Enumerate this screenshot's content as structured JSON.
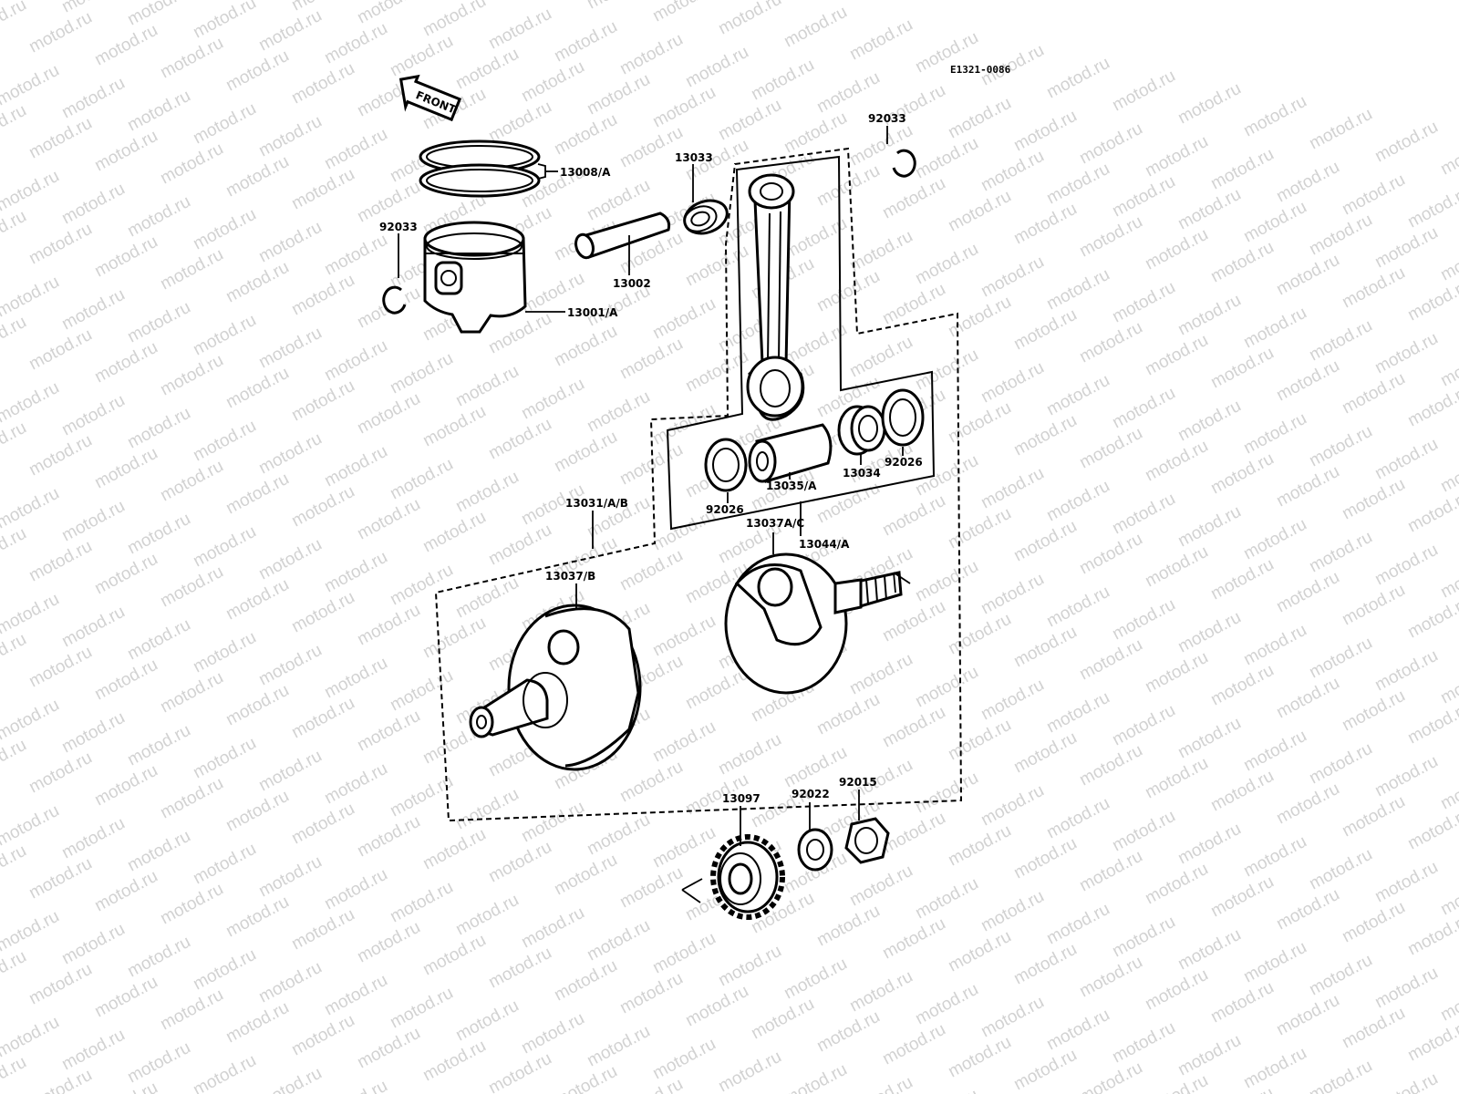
{
  "diagram": {
    "code": "E1321-0086",
    "front_label": "FRONT",
    "watermark": "motod.ru",
    "labels": {
      "p13008": "13008/A",
      "p92033_left": "92033",
      "p13001": "13001/A",
      "p13002": "13002",
      "p13033": "13033",
      "p92033_right": "92033",
      "p13031": "13031/A/B",
      "p92026_left": "92026",
      "p13035": "13035/A",
      "p13034": "13034",
      "p92026_right": "92026",
      "p13037ac": "13037A/C",
      "p13044": "13044/A",
      "p13037b": "13037/B",
      "p13097": "13097",
      "p92022": "92022",
      "p92015": "92015"
    }
  }
}
